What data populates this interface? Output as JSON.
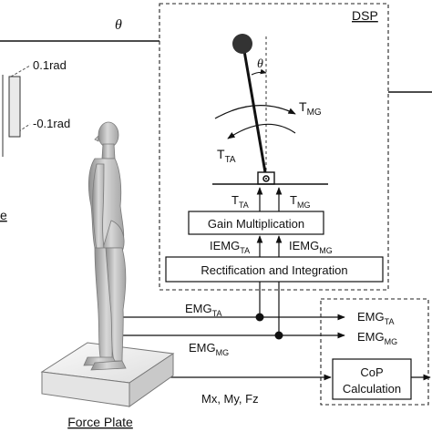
{
  "angle_symbol_top": "θ",
  "angle_symbol_pendulum": "θ",
  "dsp_label": "DSP",
  "scale_high": "0.1rad",
  "scale_low": "-0.1rad",
  "left_cut_text": "e",
  "torque_mg": {
    "base": "T",
    "sub": "MG"
  },
  "torque_ta": {
    "base": "T",
    "sub": "TA"
  },
  "input_ta": {
    "base": "T",
    "sub": "TA"
  },
  "input_mg": {
    "base": "T",
    "sub": "MG"
  },
  "gain_block": "Gain Multiplication",
  "iemg_ta": {
    "base": "IEMG",
    "sub": "TA"
  },
  "iemg_mg": {
    "base": "IEMG",
    "sub": "MG"
  },
  "rectify_block": "Rectification and Integration",
  "emg_ta_in": {
    "base": "EMG",
    "sub": "TA"
  },
  "emg_mg_in": {
    "base": "EMG",
    "sub": "MG"
  },
  "emg_ta_out": {
    "base": "EMG",
    "sub": "TA"
  },
  "emg_mg_out": {
    "base": "EMG",
    "sub": "MG"
  },
  "cop_line1": "CoP",
  "cop_line2": "Calculation",
  "force_signals": "Mx, My, Fz",
  "force_plate_label": "Force Plate"
}
